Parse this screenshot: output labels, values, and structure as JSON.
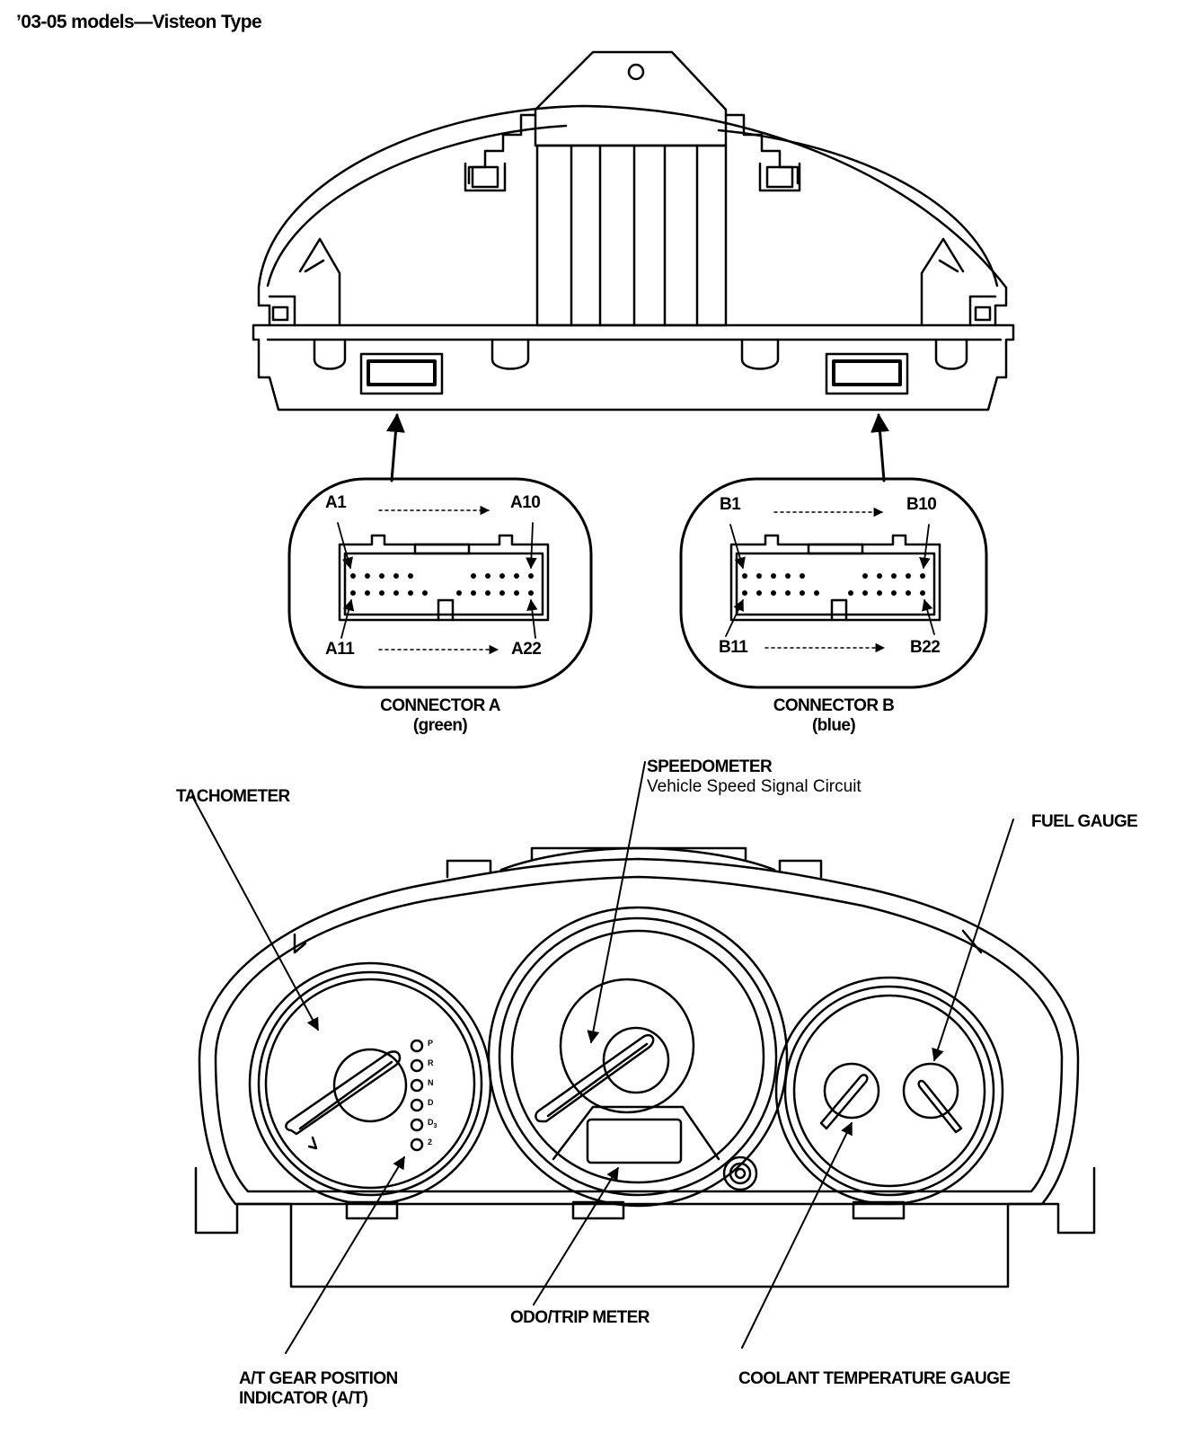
{
  "title": "’03-05 models—Visteon Type",
  "connectors": [
    {
      "name": "CONNECTOR A",
      "color": "(green)",
      "pin_top_first": "A1",
      "pin_top_last": "A10",
      "pin_bottom_first": "A11",
      "pin_bottom_last": "A22"
    },
    {
      "name": "CONNECTOR B",
      "color": "(blue)",
      "pin_top_first": "B1",
      "pin_top_last": "B10",
      "pin_bottom_first": "B11",
      "pin_bottom_last": "B22"
    }
  ],
  "callouts": {
    "tachometer": "TACHOMETER",
    "speedometer": "SPEEDOMETER",
    "speedometer_sub": "Vehicle Speed Signal Circuit",
    "fuel_gauge": "FUEL GAUGE",
    "odo_trip": "ODO/TRIP METER",
    "gear_position_line1": "A/T GEAR POSITION",
    "gear_position_line2": "INDICATOR (A/T)",
    "coolant": "COOLANT TEMPERATURE GAUGE"
  },
  "gear_indicator": [
    "P",
    "R",
    "N",
    "D",
    "D",
    "2"
  ],
  "gear_subscript": "3"
}
